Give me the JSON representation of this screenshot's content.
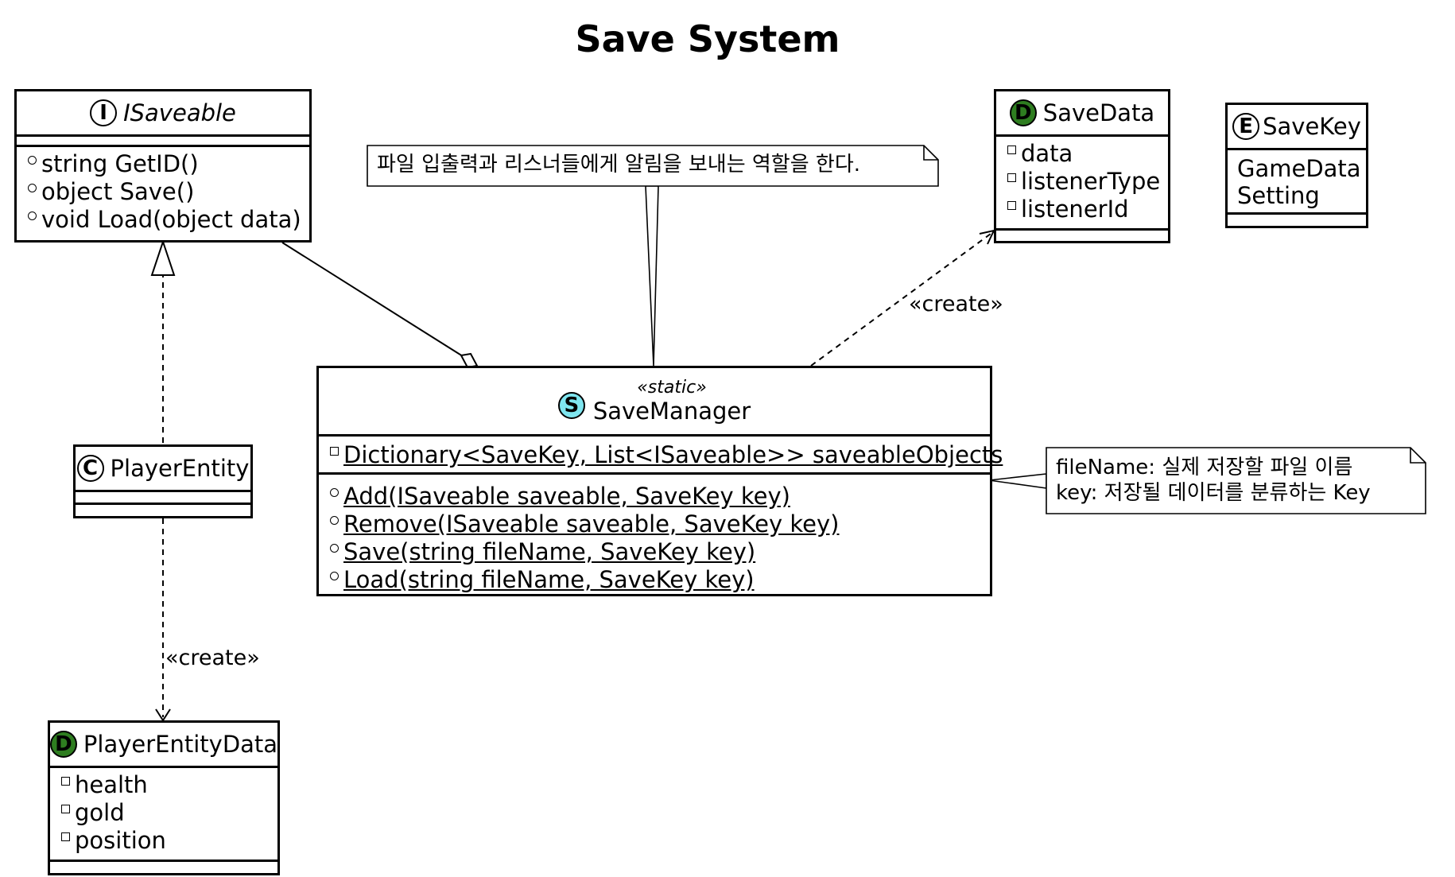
{
  "title": "Save System",
  "isaveable": {
    "badge": "I",
    "name": "ISaveable",
    "methods": [
      "string GetID()",
      "object Save()",
      "void Load(object data)"
    ]
  },
  "player_entity": {
    "badge": "C",
    "name": "PlayerEntity"
  },
  "player_entity_data": {
    "badge": "D",
    "name": "PlayerEntityData",
    "fields": [
      "health",
      "gold",
      "position"
    ]
  },
  "save_manager": {
    "badge": "S",
    "stereotype": "«static»",
    "name": "SaveManager",
    "fields": [
      "Dictionary<SaveKey, List<ISaveable>> saveableObjects"
    ],
    "methods": [
      "Add(ISaveable saveable, SaveKey key)",
      "Remove(ISaveable saveable, SaveKey key)",
      "Save(string fileName, SaveKey key)",
      "Load(string fileName, SaveKey key)"
    ]
  },
  "save_data": {
    "badge": "D",
    "name": "SaveData",
    "fields": [
      "data",
      "listenerType",
      "listenerId"
    ]
  },
  "save_key": {
    "badge": "E",
    "name": "SaveKey",
    "values": [
      "GameData",
      "Setting"
    ]
  },
  "note_top": "파일 입출력과 리스너들에게 알림을 보내는 역할을 한다.",
  "note_right": [
    "fileName: 실제 저장할 파일 이름",
    "key: 저장될 데이터를 분류하는 Key"
  ],
  "labels": {
    "create_savedata": "«create»",
    "create_playerdata": "«create»"
  },
  "colors": {
    "badge_d": "#2e7d20",
    "badge_s": "#7fe6f0",
    "line": "#000000"
  }
}
